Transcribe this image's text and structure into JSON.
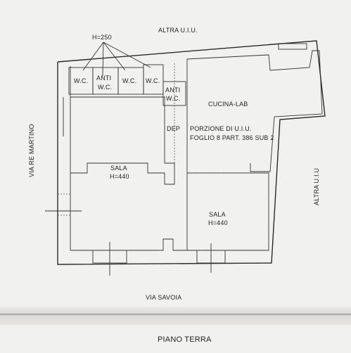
{
  "plan": {
    "north_label": "ALTRA U.I.U.",
    "east_label": "ALTRA U.I.U",
    "west_street": "VIA RE MARTINO",
    "south_street": "VIA SAVOIA",
    "floor_title": "PIANO TERRA",
    "wc_height": "H=250",
    "sala_height": "H=440",
    "portion_line1": "PORZIONE DI U.I.U.",
    "portion_line2": "FOGLIO 8 PART. 386 SUB 2",
    "rooms": {
      "wc": "W.C.",
      "anti": "ANTI",
      "kitchen": "CUCINA-LAB",
      "dep": "DEP",
      "sala": "SALA"
    }
  }
}
